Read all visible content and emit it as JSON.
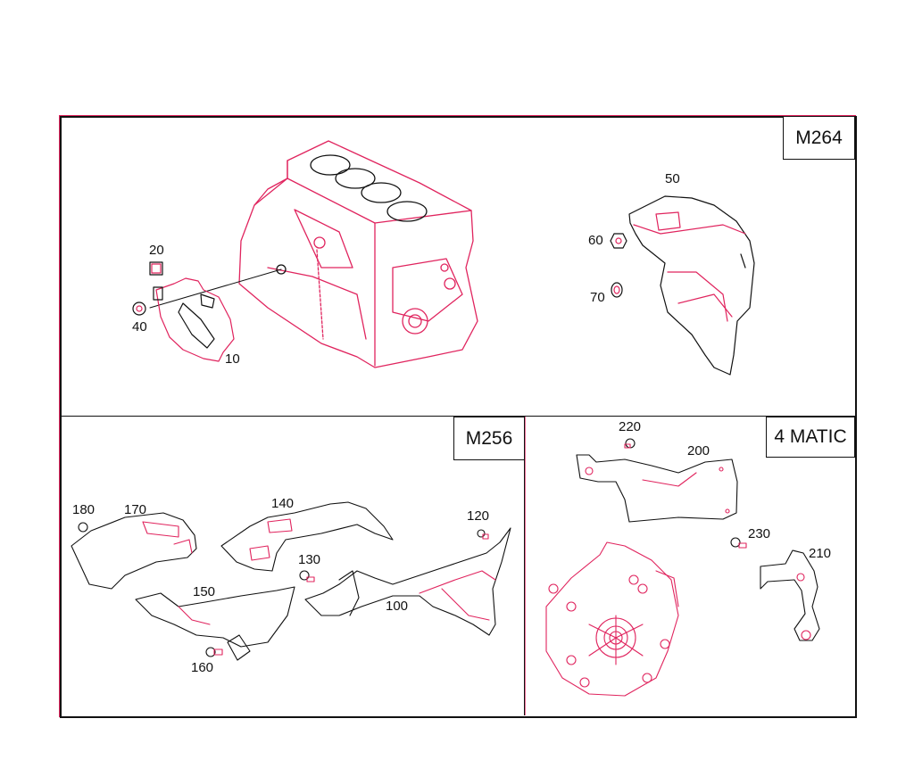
{
  "colors": {
    "part_line": "#e0245e",
    "outline": "#111111",
    "background": "#ffffff"
  },
  "panels": {
    "m264": {
      "label": "M264",
      "callouts": [
        {
          "id": "10",
          "text": "10"
        },
        {
          "id": "20",
          "text": "20"
        },
        {
          "id": "40",
          "text": "40"
        },
        {
          "id": "50",
          "text": "50"
        },
        {
          "id": "60",
          "text": "60"
        },
        {
          "id": "70",
          "text": "70"
        }
      ]
    },
    "m256": {
      "label": "M256",
      "callouts": [
        {
          "id": "100",
          "text": "100"
        },
        {
          "id": "120",
          "text": "120"
        },
        {
          "id": "130",
          "text": "130"
        },
        {
          "id": "140",
          "text": "140"
        },
        {
          "id": "150",
          "text": "150"
        },
        {
          "id": "160",
          "text": "160"
        },
        {
          "id": "170",
          "text": "170"
        },
        {
          "id": "180",
          "text": "180"
        }
      ]
    },
    "matic": {
      "label": "4 MATIC",
      "callouts": [
        {
          "id": "200",
          "text": "200"
        },
        {
          "id": "210",
          "text": "210"
        },
        {
          "id": "220",
          "text": "220"
        },
        {
          "id": "230",
          "text": "230"
        }
      ]
    }
  }
}
